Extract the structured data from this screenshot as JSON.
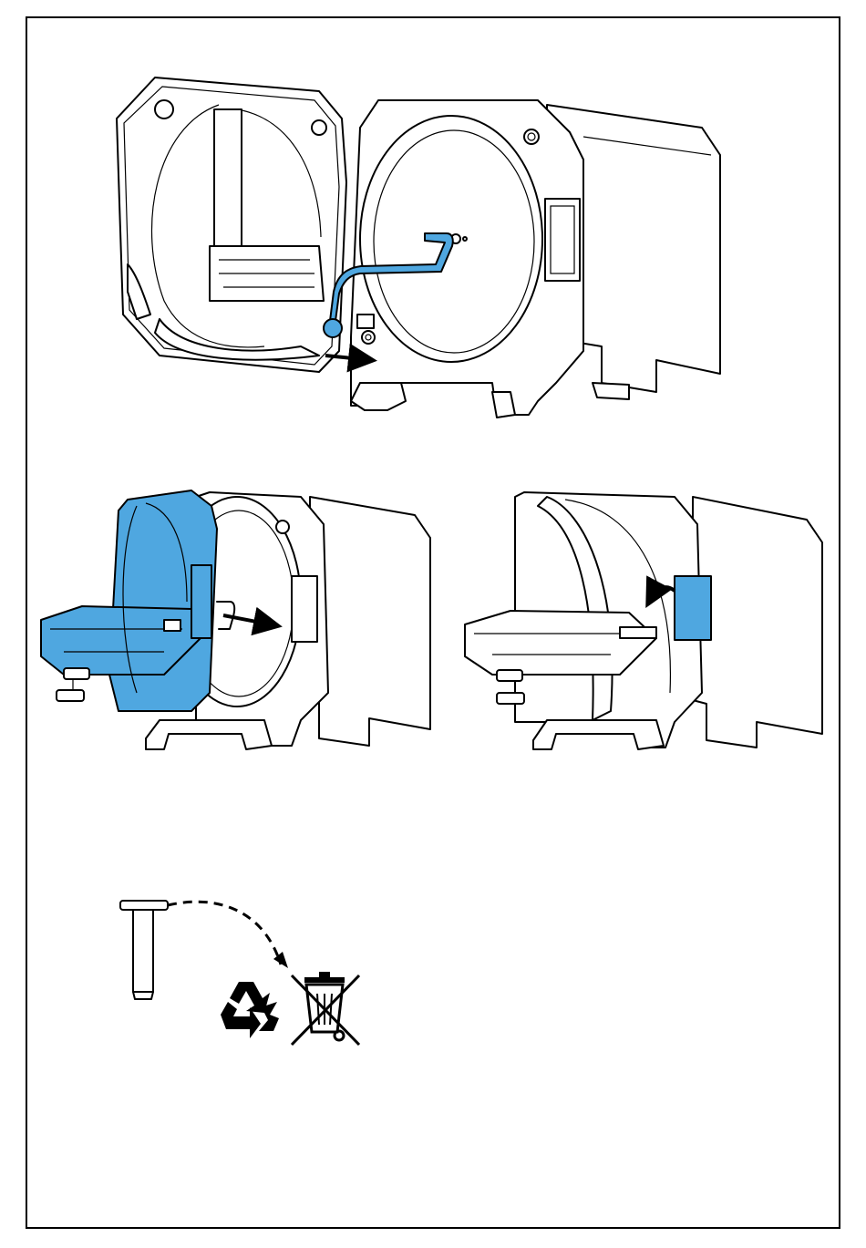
{
  "figure": {
    "panels": [
      {
        "id": "open-unit",
        "icon": "pump-head-open-with-blue-tube"
      },
      {
        "id": "mount-unit",
        "icon": "pump-head-blue-mount"
      },
      {
        "id": "lock-unit",
        "icon": "pump-head-blue-latch"
      },
      {
        "id": "disposal",
        "icon": "recycle-and-wee-bin"
      }
    ],
    "colors": {
      "accent": "#4fa7e0",
      "line": "#000000",
      "background": "#ffffff"
    }
  }
}
